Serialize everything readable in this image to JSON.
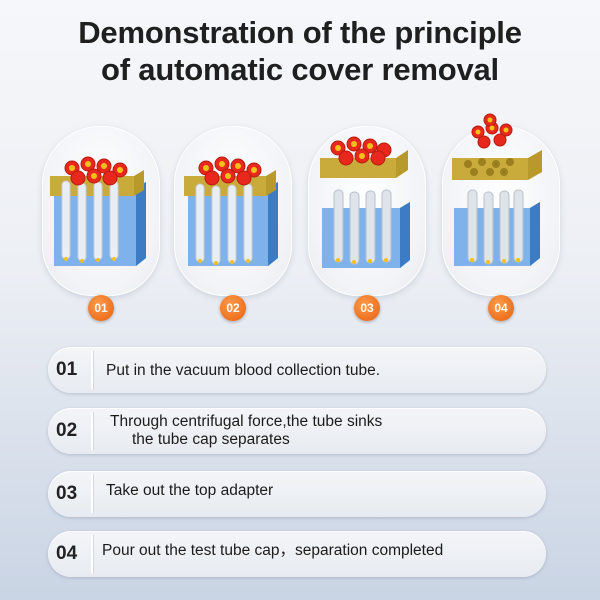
{
  "header": {
    "title_line1": "Demonstration of the principle",
    "title_line2": "of automatic cover removal"
  },
  "diagram": {
    "badges": [
      "01",
      "02",
      "03",
      "04"
    ]
  },
  "steps": [
    {
      "number": "01",
      "text": "Put in the vacuum blood collection tube."
    },
    {
      "number": "02",
      "text_line1": "Through centrifugal force,the tube sinks",
      "text_line2": "the tube cap separates"
    },
    {
      "number": "03",
      "text": "Take out the top adapter"
    },
    {
      "number": "04",
      "text": "Pour out the test tube cap，separation completed"
    }
  ],
  "colors": {
    "container_blue": "#4f92d8",
    "adapter_gold": "#b89a2c",
    "cap_red": "#e8281c",
    "cap_yellow": "#f2c21a",
    "badge_orange": "#e4610e"
  }
}
